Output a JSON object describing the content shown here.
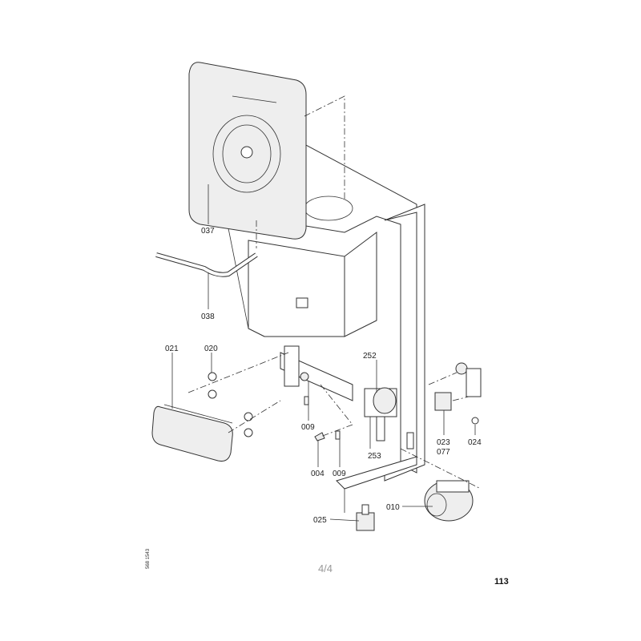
{
  "diagram": {
    "labels": {
      "p037": "037",
      "p038": "038",
      "p021": "021",
      "p020": "020",
      "p009a": "009",
      "p004": "004",
      "p009b": "009",
      "p252": "252",
      "p253": "253",
      "p023": "023",
      "p077": "077",
      "p024": "024",
      "p010": "010",
      "p025": "025"
    },
    "drawing_number": "568 1543"
  },
  "footer": {
    "page_indicator": "4/4",
    "page_number": "113"
  }
}
